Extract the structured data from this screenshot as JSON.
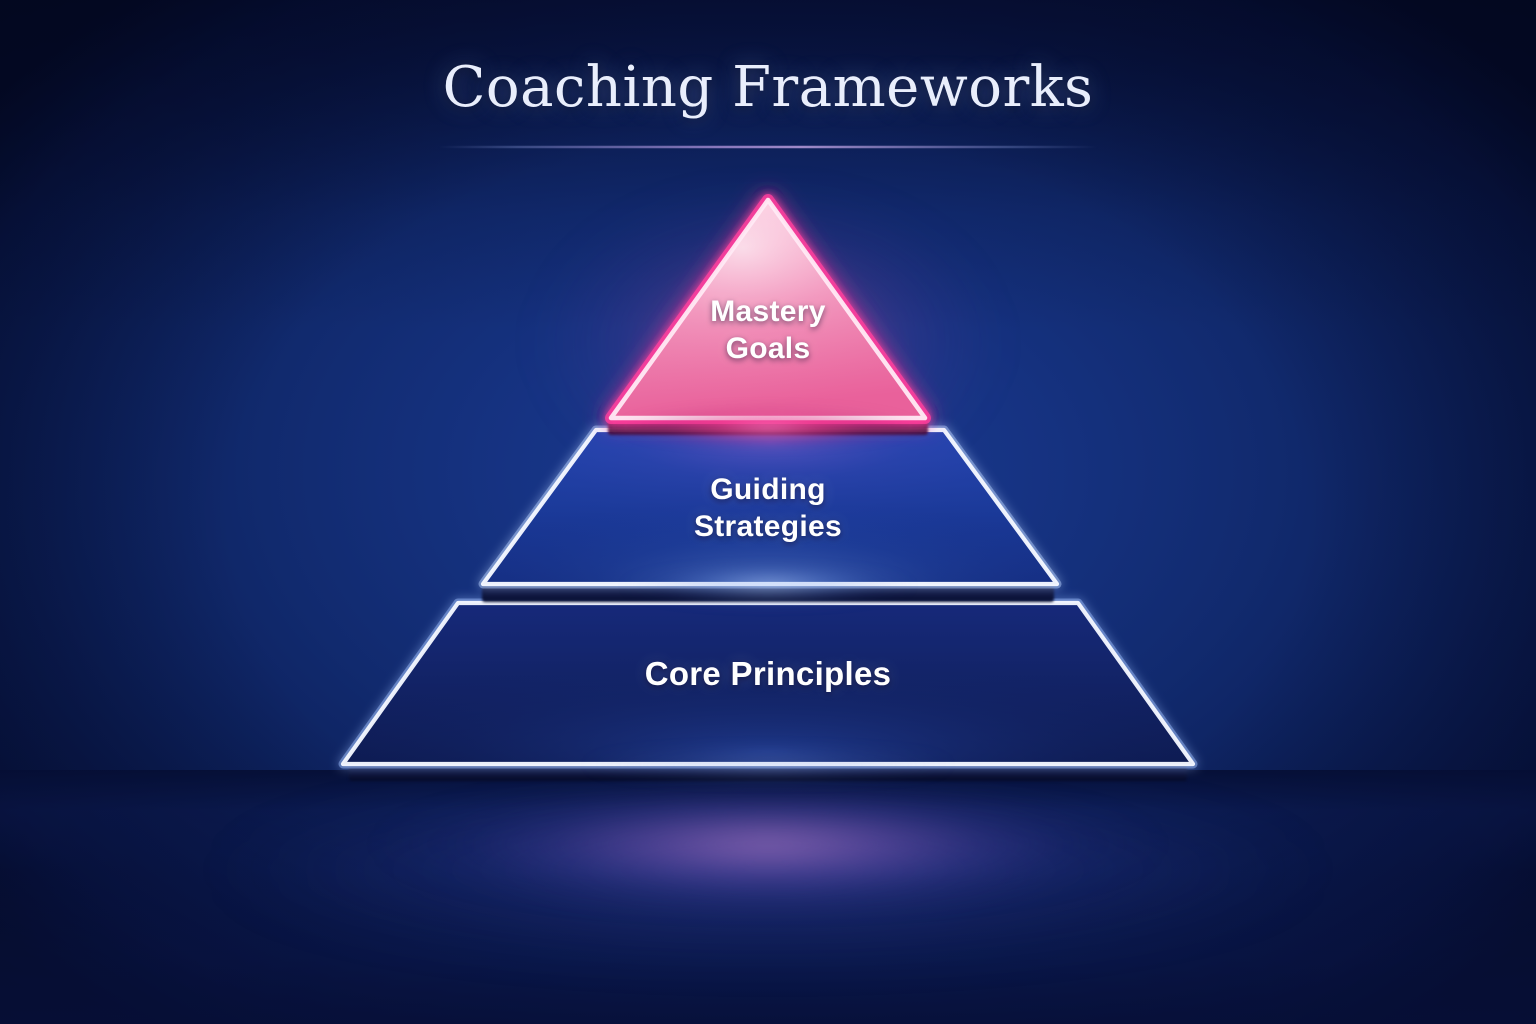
{
  "header": {
    "title": "Coaching Frameworks",
    "divider": "gradient-rule"
  },
  "diagram": {
    "type": "pyramid",
    "orientation": "apex-up",
    "levels": 3,
    "tiers": [
      {
        "id": "tier-top",
        "rank": 1,
        "label": "Mastery\nGoals",
        "label_lines": [
          "Mastery",
          "Goals"
        ],
        "shape": "triangle",
        "fill_color": "#ef78a8",
        "glow_color": "#ff5fb0",
        "outline_color": "#ffe4f2",
        "text_color": "#ffffff"
      },
      {
        "id": "tier-mid",
        "rank": 2,
        "label": "Guiding\nStrategies",
        "label_lines": [
          "Guiding",
          "Strategies"
        ],
        "shape": "trapezoid",
        "fill_color": "#1b3c9e",
        "glow_color": "#6f9bff",
        "outline_color": "#f2f6ff",
        "text_color": "#ffffff"
      },
      {
        "id": "tier-bottom",
        "rank": 3,
        "label": "Core Principles",
        "label_lines": [
          "Core Principles"
        ],
        "shape": "trapezoid",
        "fill_color": "#121f5e",
        "glow_color": "#7aa0ff",
        "outline_color": "#f2f6ff",
        "text_color": "#ffffff"
      }
    ]
  },
  "theme": {
    "background_outer": "#050e36",
    "background_center": "#1b3a92",
    "accent_pink": "#ff5fb0",
    "accent_purple": "#b07adc",
    "outline_white": "#f2f6ff",
    "title_color": "#e9eefc"
  }
}
